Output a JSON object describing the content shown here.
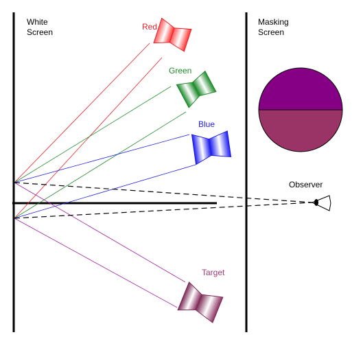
{
  "labels": {
    "white_screen_line1": "White",
    "white_screen_line2": "Screen",
    "masking_screen_line1": "Masking",
    "masking_screen_line2": "Screen",
    "observer": "Observer"
  },
  "projectors": [
    {
      "id": "red",
      "label": "Red",
      "color": "#e8202a"
    },
    {
      "id": "green",
      "label": "Green",
      "color": "#1f8a2a"
    },
    {
      "id": "blue",
      "label": "Blue",
      "color": "#1f1fe0"
    },
    {
      "id": "target",
      "label": "Target",
      "color": "#a03a78"
    }
  ],
  "circle_colors": {
    "top": "#860086",
    "bottom": "#9a3366"
  }
}
